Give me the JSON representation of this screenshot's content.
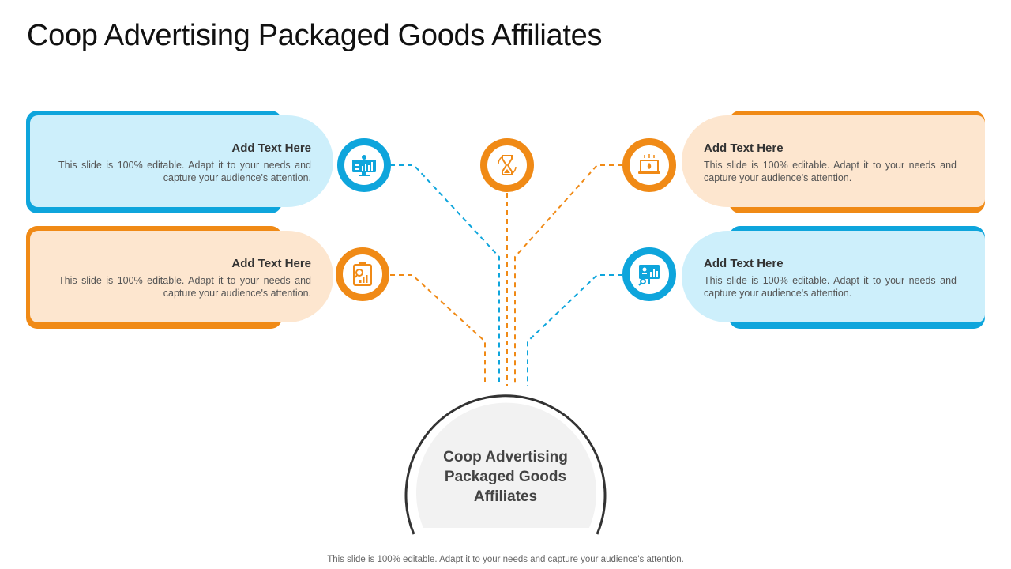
{
  "title": "Coop Advertising Packaged Goods Affiliates",
  "center": {
    "lines": [
      "Coop Advertising",
      "Packaged Goods",
      "Affiliates"
    ]
  },
  "items": [
    {
      "heading": "Add Text Here",
      "body": "This slide is 100% editable. Adapt it to your needs and capture your audience's attention.",
      "icon": "dashboard-monitor-icon",
      "color": "#0ea5dc"
    },
    {
      "heading": "Add Text Here",
      "body": "This slide is 100% editable. Adapt it to your needs and capture your audience's attention.",
      "icon": "clipboard-chart-icon",
      "color": "#f08a16"
    },
    {
      "heading": "Add Text Here",
      "body": "This slide is 100% editable. Adapt it to your needs and capture your audience's attention.",
      "icon": "laptop-fire-icon",
      "color": "#f08a16"
    },
    {
      "heading": "Add Text Here",
      "body": "This slide is 100% editable. Adapt it to your needs and capture your audience's attention.",
      "icon": "presentation-board-icon",
      "color": "#0ea5dc"
    }
  ],
  "top_icon": {
    "icon": "hourglass-icon",
    "color": "#f08a16"
  },
  "footer": "This slide is 100% editable. Adapt it to your needs and capture your audience's attention.",
  "colors": {
    "blue": "#0ea5dc",
    "orange": "#f08a16",
    "light_blue": "#cdeffb",
    "light_orange": "#fde6cf"
  }
}
